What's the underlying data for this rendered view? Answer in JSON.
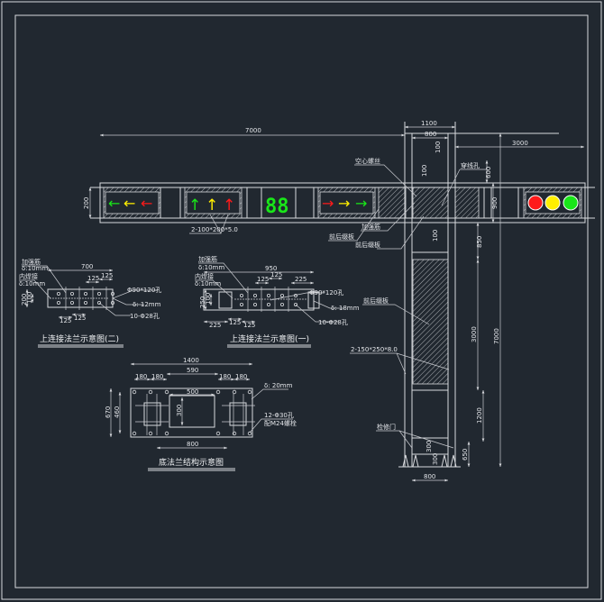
{
  "colors": {
    "background": "#212830",
    "line": "#d8dade",
    "red": "#ff1a1a",
    "yellow": "#ffee00",
    "green": "#19e619"
  },
  "main_view": {
    "dims": {
      "arm_length": "7000",
      "column_outer": "1100",
      "column_inner": "800",
      "cantilever": "3000",
      "top_offset": "100",
      "arm_top": "600",
      "arm_height": "900",
      "arm_height_left": "200",
      "below_arm": "850",
      "gap_100": "100",
      "hatch_h": "3000",
      "door_zone": "1200",
      "base_offset": "650",
      "total_height": "7000",
      "base_width": "800",
      "door_h1": "300",
      "door_h2": "300",
      "rib": "100"
    },
    "labels": {
      "hollow_bolt": "空心螺丝",
      "wire_hole": "穿线孔",
      "stiffener": "加强筋",
      "front_back_plate_1": "前后缀板",
      "front_back_plate_2": "前后缀板",
      "front_back_plate_3": "前后缀板",
      "arm_tube": "2-100*200*5.0",
      "column_tube": "2-150*250*8.0",
      "inspection_door": "检修门"
    },
    "signal_digits": "88"
  },
  "flange2": {
    "title": "上连接法兰示意图(二)",
    "stiffener": "加强筋",
    "stiffener_t": "δ:10mm",
    "inner_weld": "内焊接",
    "inner_weld_t": "δ:10mm",
    "width": "700",
    "h": "200",
    "h_inner": "100",
    "pitch_a": "125",
    "pitch_b": "125",
    "pitch_c": "125",
    "pitch_d": "125",
    "center_hole": "Φ90*120孔",
    "thickness": "δ: 12mm",
    "holes": "10-Φ28孔"
  },
  "flange1": {
    "title": "上连接法兰示意图(一)",
    "stiffener": "加强筋",
    "stiffener_t": "δ:10mm",
    "inner_weld": "内焊接",
    "inner_weld_t": "δ:10mm",
    "width": "950",
    "h": "250",
    "h_inner": "100",
    "pitch_a": "125",
    "pitch_b": "125",
    "pitch_c": "225",
    "pitch_d": "225",
    "pitch_e": "125",
    "pitch_f": "125",
    "center_hole": "Φ90*120孔",
    "thickness": "δ: 18mm",
    "holes": "10-Φ28孔"
  },
  "base_flange": {
    "title": "底法兰结构示意图",
    "width": "1400",
    "inner_span": "590",
    "spacing_a": "180",
    "spacing_b": "180",
    "spacing_c": "180",
    "spacing_d": "180",
    "opening_w": "500",
    "opening_h": "300",
    "height": "670",
    "hole_span": "460",
    "column_span": "800",
    "thickness": "δ: 20mm",
    "holes": "12-Φ30孔",
    "bolts": "配M24螺栓"
  }
}
